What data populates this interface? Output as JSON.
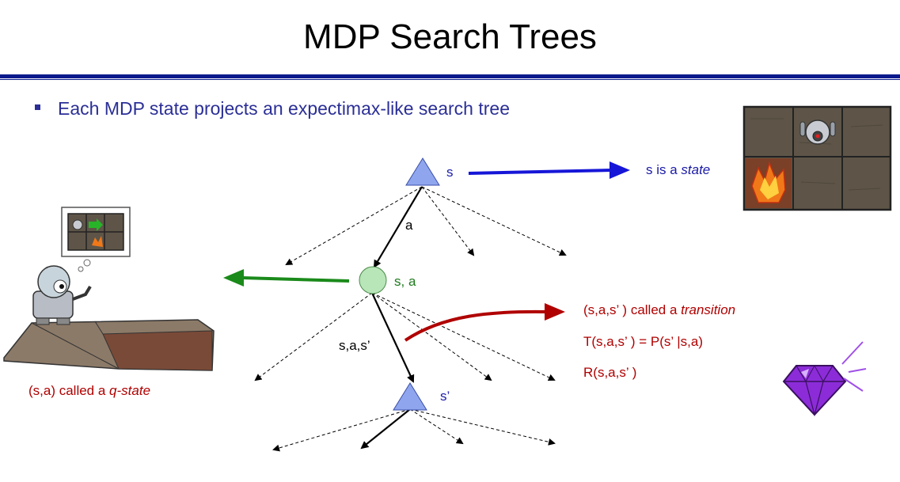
{
  "slide": {
    "title": "MDP Search Trees",
    "bullet": "Each MDP state projects an expectimax-like search tree"
  },
  "labels": {
    "state_node": "s",
    "action_edge": "a",
    "qstate_node": "s, a",
    "transition_edge": "s,a,s’",
    "next_state_node": "s’",
    "state_def_prefix": "s is a ",
    "state_def_term": "state",
    "qstate_def_prefix": "(s,a) called a ",
    "qstate_def_term": "q-state",
    "transition_def_prefix": "(s,a,s’ ) called a ",
    "transition_def_term": "transition",
    "transition_formula": "T(s,a,s’ ) = P(s’ |s,a)",
    "reward_formula": "R(s,a,s’ )"
  },
  "colors": {
    "title_rule": "#0b1a8c",
    "bullet_text": "#2b2f96",
    "state_node_fill": "#8fa6ee",
    "qstate_node_fill": "#b8e6b8",
    "state_arrow": "#1616d8",
    "qstate_arrow": "#1a8a1a",
    "transition_arrow": "#b00000"
  },
  "icons": [
    "gridworld-robot-fire-image",
    "robot-thinking-image",
    "purple-gem-image"
  ]
}
